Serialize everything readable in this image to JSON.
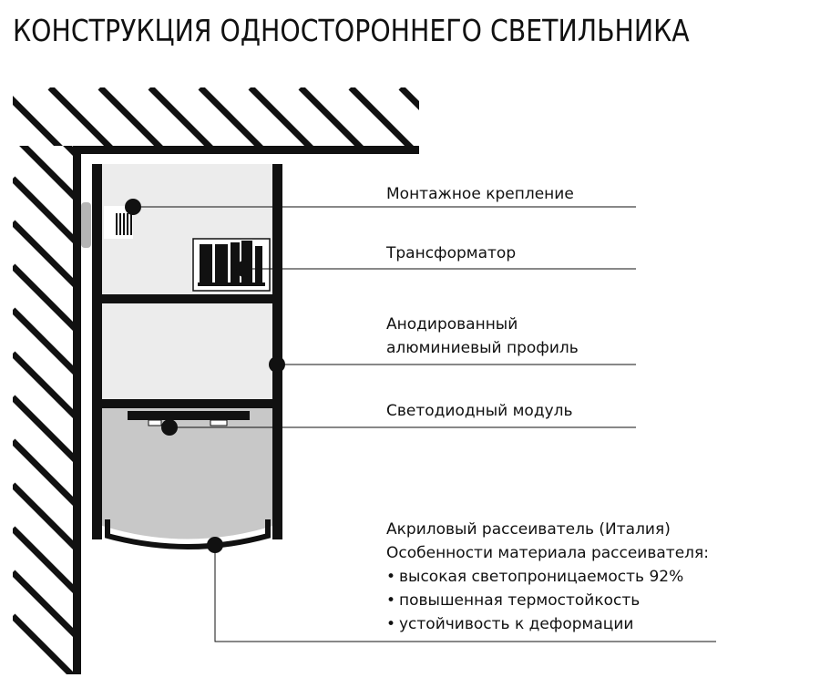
{
  "title": "КОНСТРУКЦИЯ ОДНОСТОРОННЕГО СВЕТИЛЬНИКА",
  "labels": {
    "mount": "Монтажное крепление",
    "transformer": "Трансформатор",
    "profile_line1": "Анодированный",
    "profile_line2": "алюминиевый профиль",
    "led": "Светодиодный модуль",
    "diffuser_line1": "Акриловый рассеиватель (Италия)",
    "diffuser_line2": "Особенности материала рассеивателя:",
    "features": [
      "высокая светопроницаемость 92%",
      "повышенная термостойкость",
      "устойчивость к деформации"
    ]
  },
  "colors": {
    "ink": "#111111",
    "profile_fill": "#ececec",
    "diffuser_fill": "#c8c8c8",
    "bracket": "#b5b5b5",
    "background": "#ffffff"
  }
}
